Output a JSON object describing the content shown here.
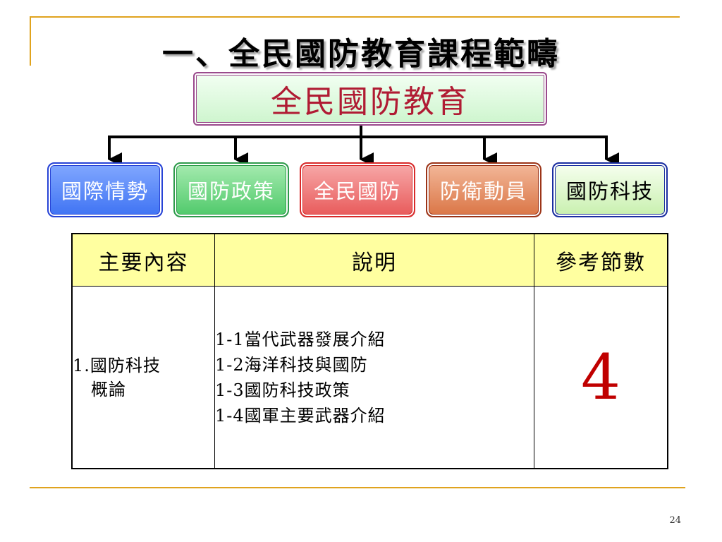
{
  "slide": {
    "title": "一、全民國防教育課程範疇",
    "page_number": "24",
    "accent_color": "#e0a31e"
  },
  "hierarchy": {
    "root": "全民國防教育",
    "categories": [
      {
        "label": "國際情勢",
        "color": "#3f73f3",
        "selected": false
      },
      {
        "label": "國防政策",
        "color": "#4fc96a",
        "selected": false
      },
      {
        "label": "全民國防",
        "color": "#e85a5a",
        "selected": false
      },
      {
        "label": "防衛動員",
        "color": "#da7545",
        "selected": false
      },
      {
        "label": "國防科技",
        "color": "#c8f0ae",
        "selected": true
      }
    ]
  },
  "table": {
    "headers": [
      "主要內容",
      "說明",
      "參考節數"
    ],
    "topic": {
      "number": "1.",
      "line1": "國防科技",
      "line2": "概論"
    },
    "items": [
      "1-1當代武器發展介紹",
      "1-2海洋科技與國防",
      "1-3國防科技政策",
      "1-4國軍主要武器介紹"
    ],
    "periods": "4"
  }
}
